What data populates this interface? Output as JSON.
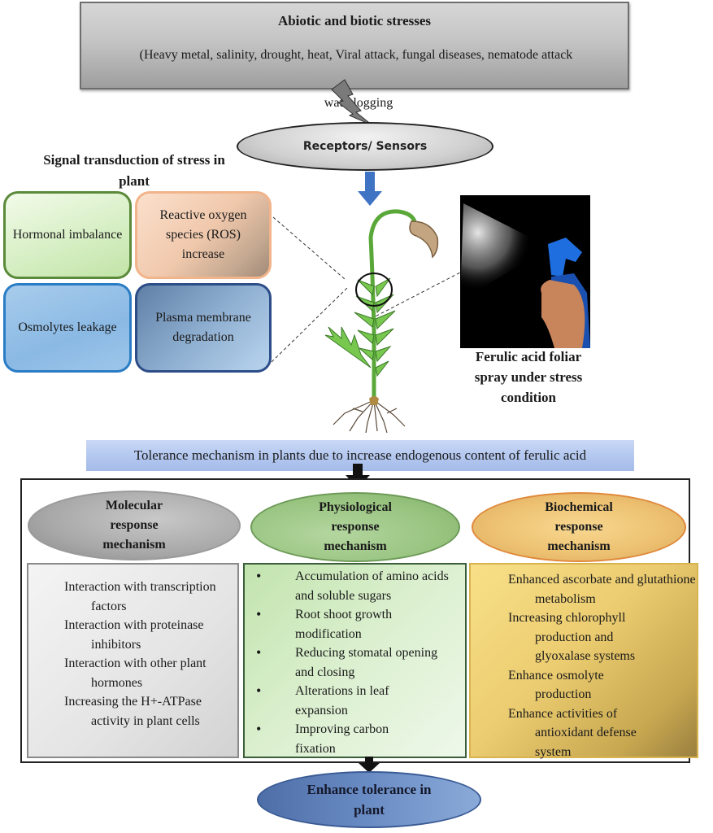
{
  "stress": {
    "title": "Abiotic and biotic stresses",
    "list": "(Heavy metal, salinity,  drought, heat, Viral  attack, fungal diseases, nematode attack",
    "overflow": "waterlogging"
  },
  "receptors": {
    "label": "Receptors/ Sensors"
  },
  "signal": {
    "title": "Signal transduction of stress in plant",
    "boxes": [
      {
        "label": "Hormonal imbalance",
        "color": "#5a8a3a"
      },
      {
        "label": "Reactive oxygen species (ROS) increase",
        "color": "#f2b48a"
      },
      {
        "label": "Osmolytes leakage",
        "color": "#2a7cc4"
      },
      {
        "label": "Plasma membrane degradation",
        "color": "#2d4d88"
      }
    ]
  },
  "spray": {
    "image": "spray-bottle-photo",
    "caption": "Ferulic acid foliar spray under stress condition"
  },
  "plant_illustration": "seedling-with-roots",
  "tolerance_banner": "Tolerance mechanism in plants due to increase endogenous content of ferulic acid",
  "mechanisms": [
    {
      "title": "Molecular response mechanism",
      "items": [
        "Interaction with transcription factors",
        "Interaction with proteinase inhibitors",
        "Interaction with other plant hormones",
        "Increasing the H+-ATPase activity in plant cells"
      ]
    },
    {
      "title": "Physiological response mechanism",
      "items": [
        "Accumulation of amino acids and soluble sugars",
        "Root shoot growth modification",
        "Reducing stomatal opening and closing",
        "Alterations in leaf expansion",
        "Improving carbon fixation"
      ]
    },
    {
      "title": "Biochemical response mechanism",
      "items": [
        "Enhanced ascorbate and glutathione metabolism",
        "Increasing chlorophyll production and glyoxalase systems",
        "Enhance osmolyte production",
        "Enhance activities of antioxidant defense system"
      ]
    }
  ],
  "outcome": "Enhance tolerance in plant",
  "colors": {
    "receptor_arrow": "#3f73c4",
    "flow_arrow": "#111111",
    "outcome": "#5a7cb8"
  }
}
